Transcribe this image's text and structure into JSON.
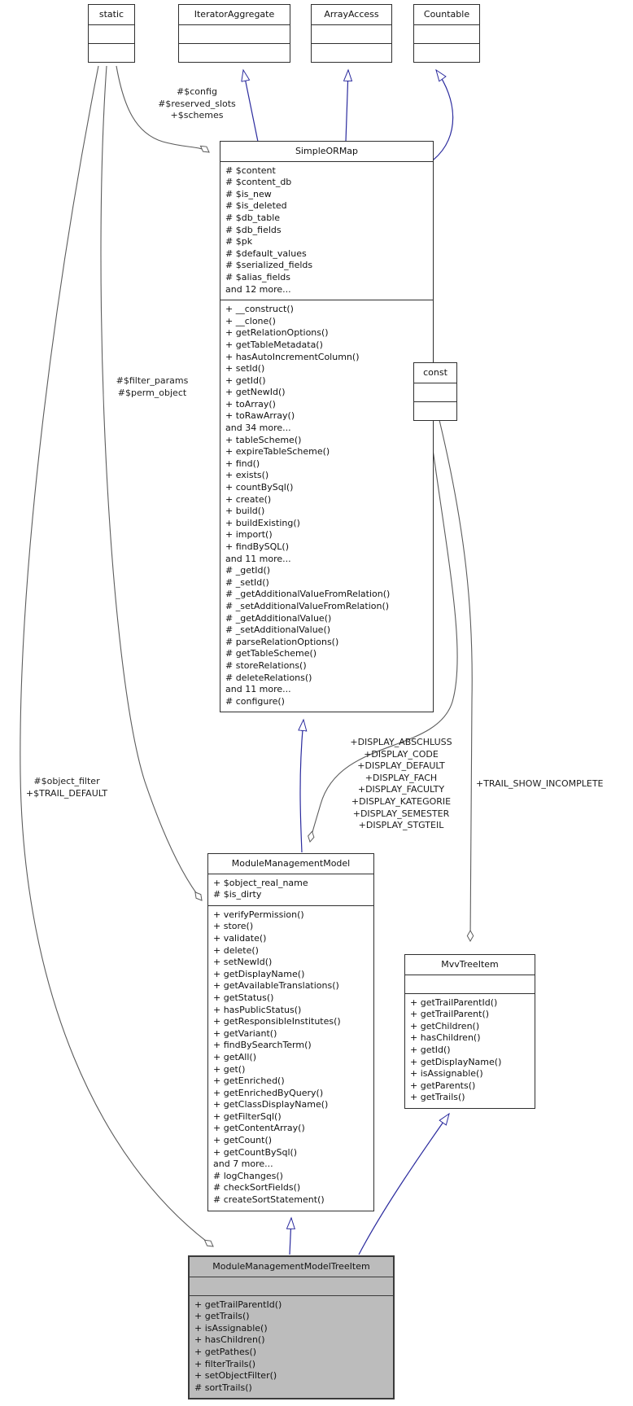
{
  "diagram": {
    "classes": {
      "static": {
        "title": "static",
        "attributes": [],
        "methods": []
      },
      "iterator_aggregate": {
        "title": "IteratorAggregate",
        "attributes": [],
        "methods": []
      },
      "array_access": {
        "title": "ArrayAccess",
        "attributes": [],
        "methods": []
      },
      "countable": {
        "title": "Countable",
        "attributes": [],
        "methods": []
      },
      "const": {
        "title": "const",
        "attributes": [],
        "methods": []
      },
      "simple_or_map": {
        "title": "SimpleORMap",
        "attributes": [
          "# $content",
          "# $content_db",
          "# $is_new",
          "# $is_deleted",
          "# $db_table",
          "# $db_fields",
          "# $pk",
          "# $default_values",
          "# $serialized_fields",
          "# $alias_fields",
          "and 12 more..."
        ],
        "methods": [
          "+ __construct()",
          "+ __clone()",
          "+ getRelationOptions()",
          "+ getTableMetadata()",
          "+ hasAutoIncrementColumn()",
          "+ setId()",
          "+ getId()",
          "+ getNewId()",
          "+ toArray()",
          "+ toRawArray()",
          "and 34 more...",
          "+ tableScheme()",
          "+ expireTableScheme()",
          "+ find()",
          "+ exists()",
          "+ countBySql()",
          "+ create()",
          "+ build()",
          "+ buildExisting()",
          "+ import()",
          "+ findBySQL()",
          "and 11 more...",
          "# _getId()",
          "# _setId()",
          "# _getAdditionalValueFromRelation()",
          "# _setAdditionalValueFromRelation()",
          "# _getAdditionalValue()",
          "# _setAdditionalValue()",
          "# parseRelationOptions()",
          "# getTableScheme()",
          "# storeRelations()",
          "# deleteRelations()",
          "and 11 more...",
          "# configure()"
        ]
      },
      "module_management_model": {
        "title": "ModuleManagementModel",
        "attributes": [
          "+ $object_real_name",
          "# $is_dirty"
        ],
        "methods": [
          "+ verifyPermission()",
          "+ store()",
          "+ validate()",
          "+ delete()",
          "+ setNewId()",
          "+ getDisplayName()",
          "+ getAvailableTranslations()",
          "+ getStatus()",
          "+ hasPublicStatus()",
          "+ getResponsibleInstitutes()",
          "+ getVariant()",
          "+ findBySearchTerm()",
          "+ getAll()",
          "+ get()",
          "+ getEnriched()",
          "+ getEnrichedByQuery()",
          "+ getClassDisplayName()",
          "+ getFilterSql()",
          "+ getContentArray()",
          "+ getCount()",
          "+ getCountBySql()",
          "and 7 more...",
          "# logChanges()",
          "# checkSortFields()",
          "# createSortStatement()"
        ]
      },
      "mvv_tree_item": {
        "title": "MvvTreeItem",
        "attributes": [],
        "methods": [
          "+ getTrailParentId()",
          "+ getTrailParent()",
          "+ getChildren()",
          "+ hasChildren()",
          "+ getId()",
          "+ getDisplayName()",
          "+ isAssignable()",
          "+ getParents()",
          "+ getTrails()"
        ]
      },
      "module_management_model_tree_item": {
        "title": "ModuleManagementModelTreeItem",
        "attributes": [],
        "methods": [
          "+ getTrailParentId()",
          "+ getTrails()",
          "+ isAssignable()",
          "+ hasChildren()",
          "+ getPathes()",
          "+ filterTrails()",
          "+ setObjectFilter()",
          "# sortTrails()"
        ]
      }
    },
    "edge_labels": {
      "static_to_simpleormap": [
        "#$config",
        "#$reserved_slots",
        "+$schemes"
      ],
      "static_to_model": [
        "#$filter_params",
        "#$perm_object"
      ],
      "static_to_treeitem": [
        "#$object_filter",
        "+$TRAIL_DEFAULT"
      ],
      "const_to_model": [
        "+DISPLAY_ABSCHLUSS",
        "+DISPLAY_CODE",
        "+DISPLAY_DEFAULT",
        "+DISPLAY_FACH",
        "+DISPLAY_FACULTY",
        "+DISPLAY_KATEGORIE",
        "+DISPLAY_SEMESTER",
        "+DISPLAY_STGTEIL"
      ],
      "const_to_mvvtreeitem": [
        "+TRAIL_SHOW_INCOMPLETE"
      ]
    },
    "colors": {
      "inheritance_edge": "#2b2b9e",
      "aggregation_edge": "#5c5c5c",
      "box_border": "#2f2f2f",
      "box_fill": "#ffffff",
      "highlight_fill": "#bcbcbc"
    }
  }
}
